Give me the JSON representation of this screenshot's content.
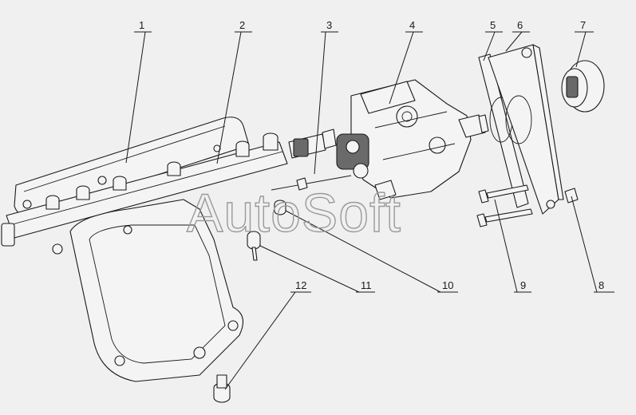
{
  "diagram": {
    "callouts": [
      "1",
      "2",
      "3",
      "4",
      "5",
      "6",
      "7",
      "8",
      "9",
      "10",
      "11",
      "12"
    ],
    "watermark": "AutoSoft"
  },
  "colors": {
    "background": "#f0f0f0",
    "line": "#1a1a1a",
    "watermark": "#9a9a9a"
  }
}
